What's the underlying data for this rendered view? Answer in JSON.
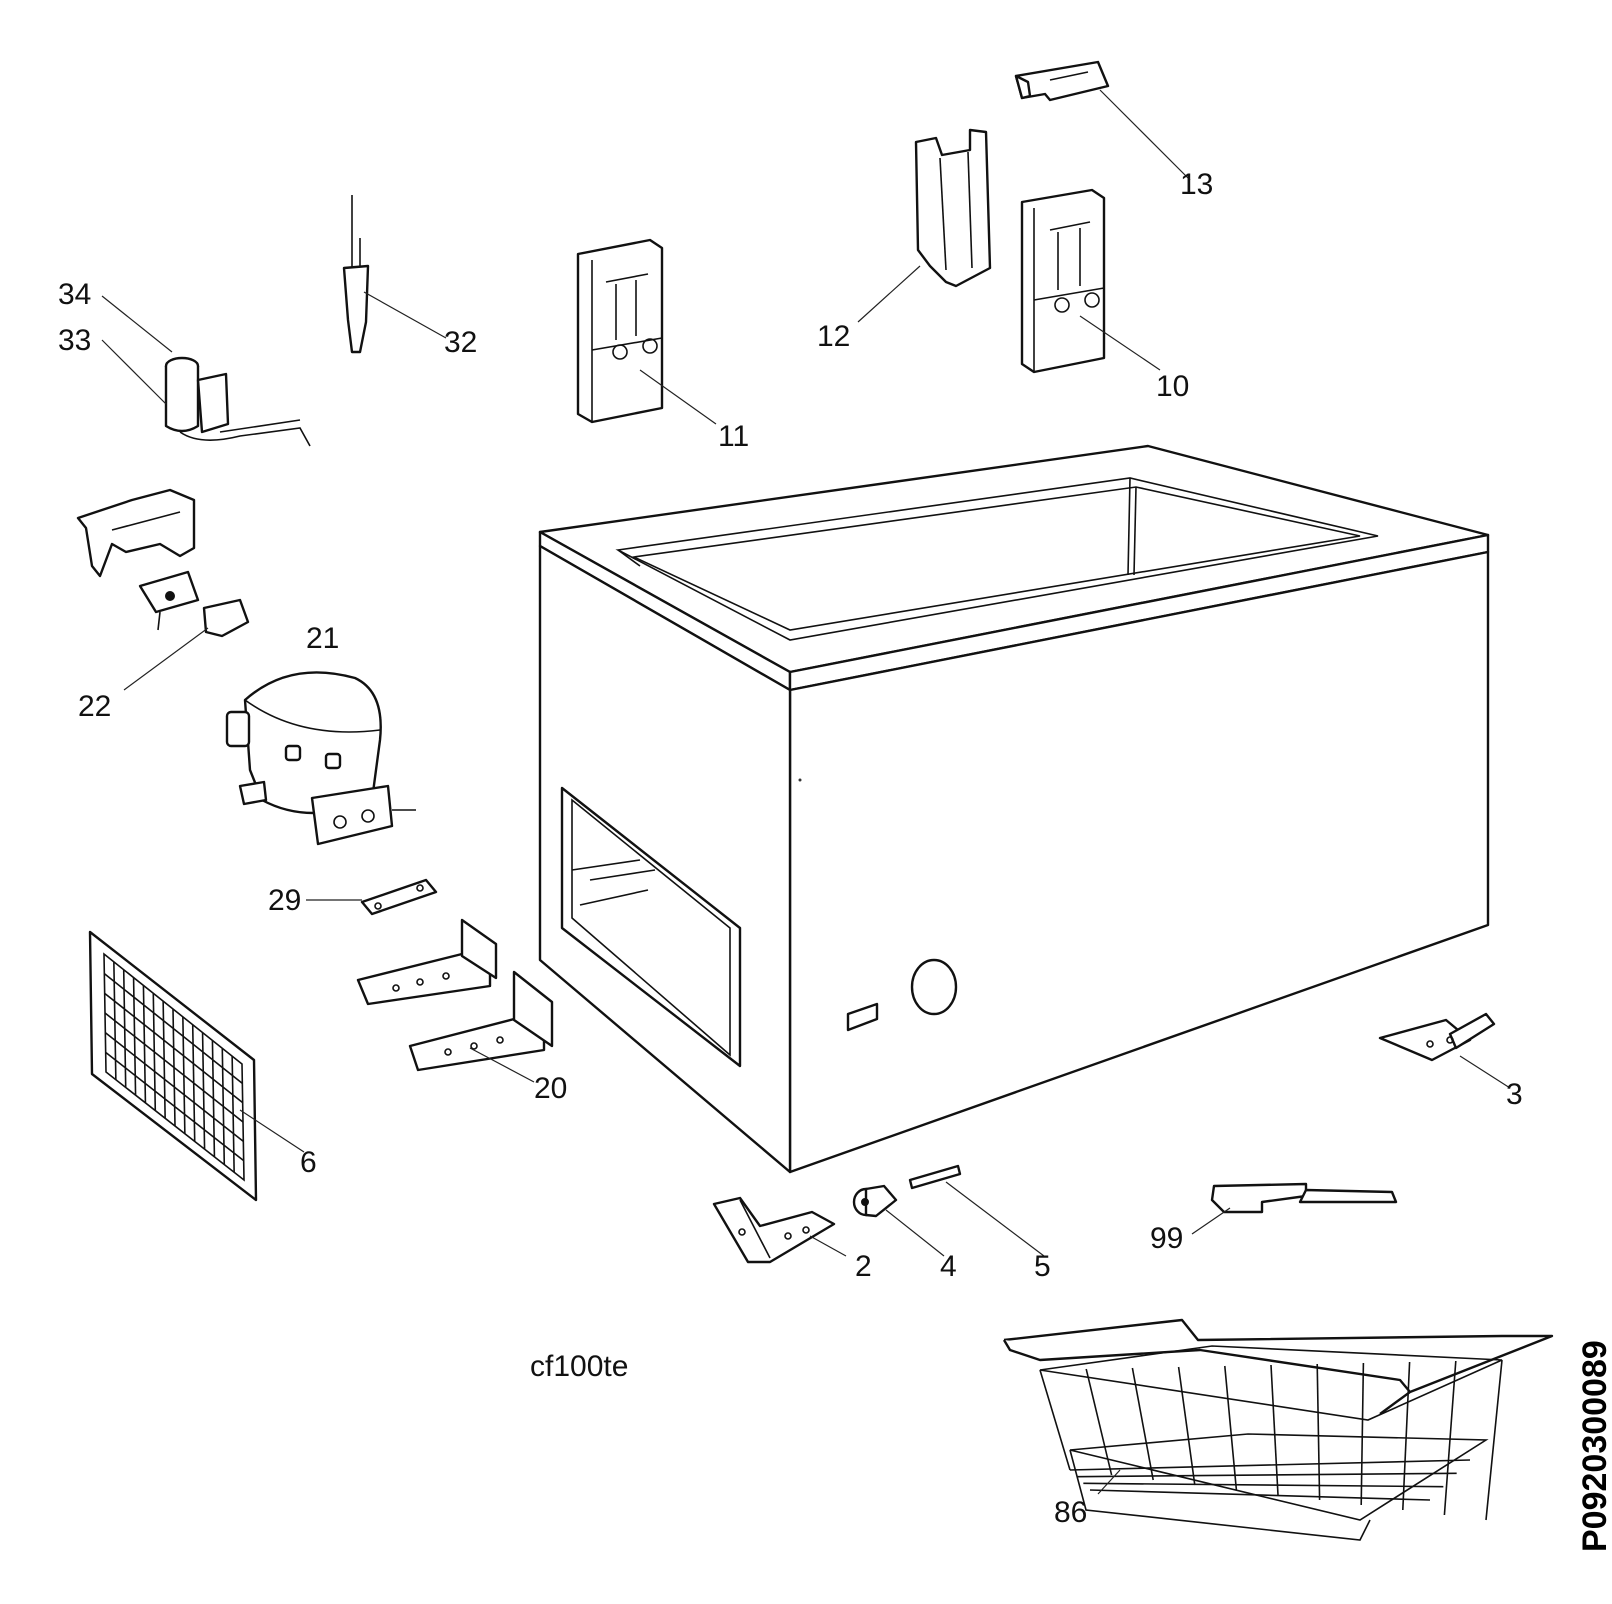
{
  "diagram": {
    "caption": "cf100te",
    "drawing_code": "P0920300089",
    "parts": [
      {
        "id": "part-2",
        "number": "2"
      },
      {
        "id": "part-3",
        "number": "3"
      },
      {
        "id": "part-4",
        "number": "4"
      },
      {
        "id": "part-5",
        "number": "5"
      },
      {
        "id": "part-6",
        "number": "6"
      },
      {
        "id": "part-10",
        "number": "10"
      },
      {
        "id": "part-11",
        "number": "11"
      },
      {
        "id": "part-12",
        "number": "12"
      },
      {
        "id": "part-13",
        "number": "13"
      },
      {
        "id": "part-20",
        "number": "20"
      },
      {
        "id": "part-21",
        "number": "21"
      },
      {
        "id": "part-22",
        "number": "22"
      },
      {
        "id": "part-29",
        "number": "29"
      },
      {
        "id": "part-32",
        "number": "32"
      },
      {
        "id": "part-33",
        "number": "33"
      },
      {
        "id": "part-34",
        "number": "34"
      },
      {
        "id": "part-86",
        "number": "86"
      },
      {
        "id": "part-99",
        "number": "99"
      }
    ]
  }
}
